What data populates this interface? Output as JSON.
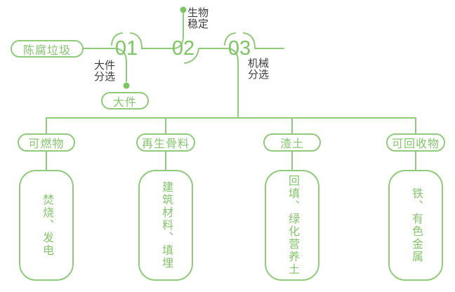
{
  "colors": {
    "line_green": "#8FCB7B",
    "text_green": "#84C66C",
    "number_green": "#7DC464",
    "dot_green": "#7DC464",
    "label_dark": "#3D3D3D",
    "background": "#FFFFFF"
  },
  "flow": {
    "source": "陈腐垃圾",
    "steps": [
      {
        "number": "01",
        "label": "大件分选",
        "output": "大件"
      },
      {
        "number": "02",
        "label": "生物稳定"
      },
      {
        "number": "03",
        "label": "机械分选"
      }
    ]
  },
  "branches": [
    {
      "category": "可燃物",
      "result": "焚烧、发电"
    },
    {
      "category": "再生骨料",
      "result": "建筑材料、填埋"
    },
    {
      "category": "渣土",
      "result": "回填、绿化营养土"
    },
    {
      "category": "可回收物",
      "result": "铁、有色金属"
    }
  ]
}
